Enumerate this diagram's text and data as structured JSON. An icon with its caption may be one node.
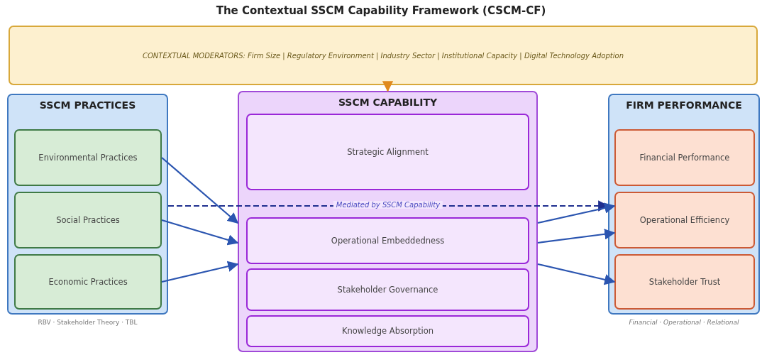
{
  "diagram": {
    "title": "The Contextual SSCM Capability Framework (CSCM-CF)",
    "nodes": [
      {
        "text": [
          "CONTEXTUAL MODERATORS: Firm Size | Regulatory Environment | Industry Sector | Institutional Capacity | Digital Technology Adoption"
        ]
      },
      {
        "text": [
          "SSCM PRACTICES"
        ],
        "beside": [
          "RBV · Stakeholder Theory · TBL"
        ]
      },
      {
        "text": [
          "Environmental Practices"
        ],
        "in": 1
      },
      {
        "text": [
          "Social Practices"
        ],
        "in": 1
      },
      {
        "text": [
          "Economic Practices"
        ],
        "in": 1
      },
      {
        "text": [
          "SSCM CAPABILITY"
        ]
      },
      {
        "text": [
          "Strategic Alignment"
        ],
        "in": 5
      },
      {
        "text": [
          "Operational Embeddedness"
        ],
        "in": 5
      },
      {
        "text": [
          "Stakeholder Governance"
        ],
        "in": 5
      },
      {
        "text": [
          "Knowledge Absorption"
        ],
        "in": 5
      },
      {
        "text": [
          "FIRM PERFORMANCE"
        ],
        "beside": [
          "Financial · Operational · Relational"
        ]
      },
      {
        "text": [
          "Financial Performance"
        ],
        "in": 10
      },
      {
        "text": [
          "Operational Efficiency"
        ],
        "in": 10
      },
      {
        "text": [
          "Stakeholder Trust"
        ],
        "in": 10
      }
    ],
    "edges": [
      {
        "from": 0,
        "to": 5,
        "arrow": "to",
        "color": "#e08a1e"
      },
      {
        "from": 1,
        "to": 10,
        "arrow": "to",
        "style": "dashed",
        "color": "#1f2f8f",
        "label": "Mediated by SSCM Capability"
      },
      {
        "from": 2,
        "to": 5,
        "arrow": "to"
      },
      {
        "from": 3,
        "to": 5,
        "arrow": "to"
      },
      {
        "from": 4,
        "to": 5,
        "arrow": "to"
      },
      {
        "from": 5,
        "to": 11,
        "arrow": "to"
      },
      {
        "from": 5,
        "to": 12,
        "arrow": "to"
      },
      {
        "from": 5,
        "to": 13,
        "arrow": "to"
      }
    ]
  }
}
